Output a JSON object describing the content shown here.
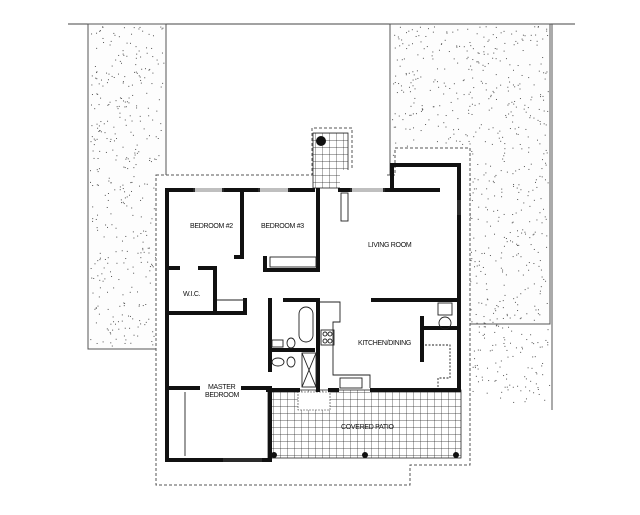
{
  "plan": {
    "type": "floor-plan",
    "rooms": [
      {
        "id": "bedroom2",
        "label": "BEDROOM #2"
      },
      {
        "id": "bedroom3",
        "label": "BEDROOM #3"
      },
      {
        "id": "living",
        "label": "LIVING ROOM"
      },
      {
        "id": "wic",
        "label": "W.I.C."
      },
      {
        "id": "kitchen",
        "label": "KITCHEN/DINING"
      },
      {
        "id": "master_line1",
        "label": "MASTER"
      },
      {
        "id": "master_line2",
        "label": "BEDROOM"
      },
      {
        "id": "patio",
        "label": "COVERED PATIO"
      }
    ],
    "colors": {
      "wall": "#111111",
      "line": "#555555",
      "background": "#ffffff",
      "speckle": "#666666"
    }
  }
}
